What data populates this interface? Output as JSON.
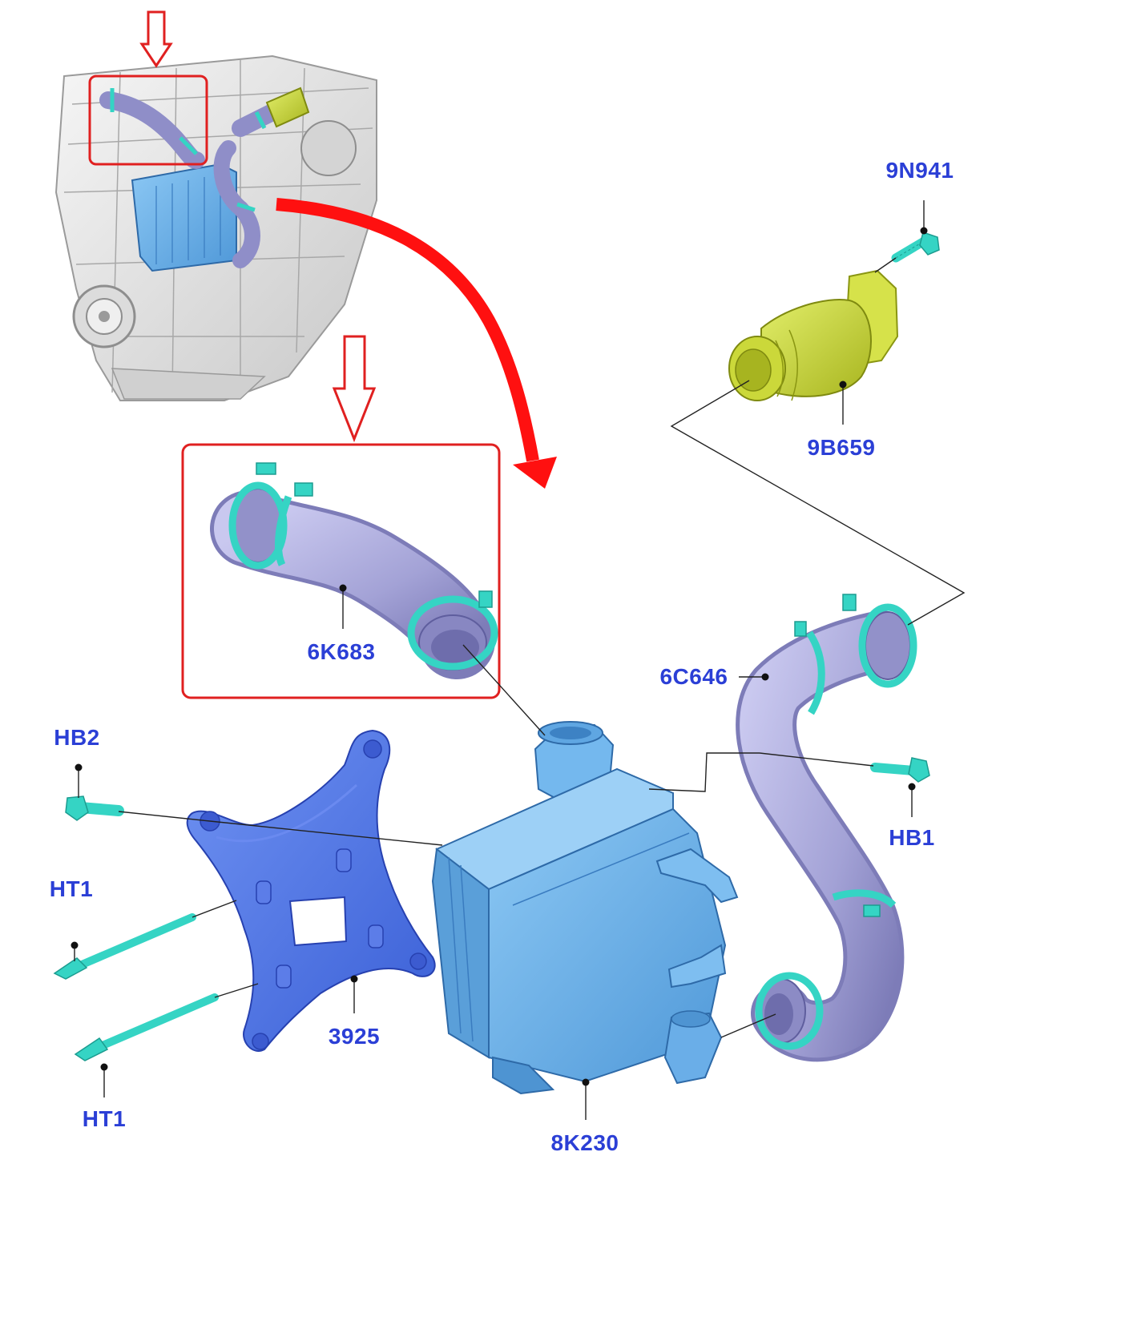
{
  "colors": {
    "label": "#2b3fd6",
    "highlight": "#e02020",
    "arrow": "#ff1010",
    "leader": "#222222",
    "intercooler": "#6ab2ea",
    "bracket": "#4f78e6",
    "hose": "#a9a8dc",
    "clamp": "#35d4c4",
    "adapter": "#c9d836",
    "engine": "#e6e6e6"
  },
  "labels": {
    "n9941": "9N941",
    "b9659": "9B659",
    "k6683": "6K683",
    "c6646": "6C646",
    "hb2": "HB2",
    "hb1": "HB1",
    "ht1_top": "HT1",
    "ht1_bottom": "HT1",
    "p3925": "3925",
    "k8230": "8K230"
  }
}
